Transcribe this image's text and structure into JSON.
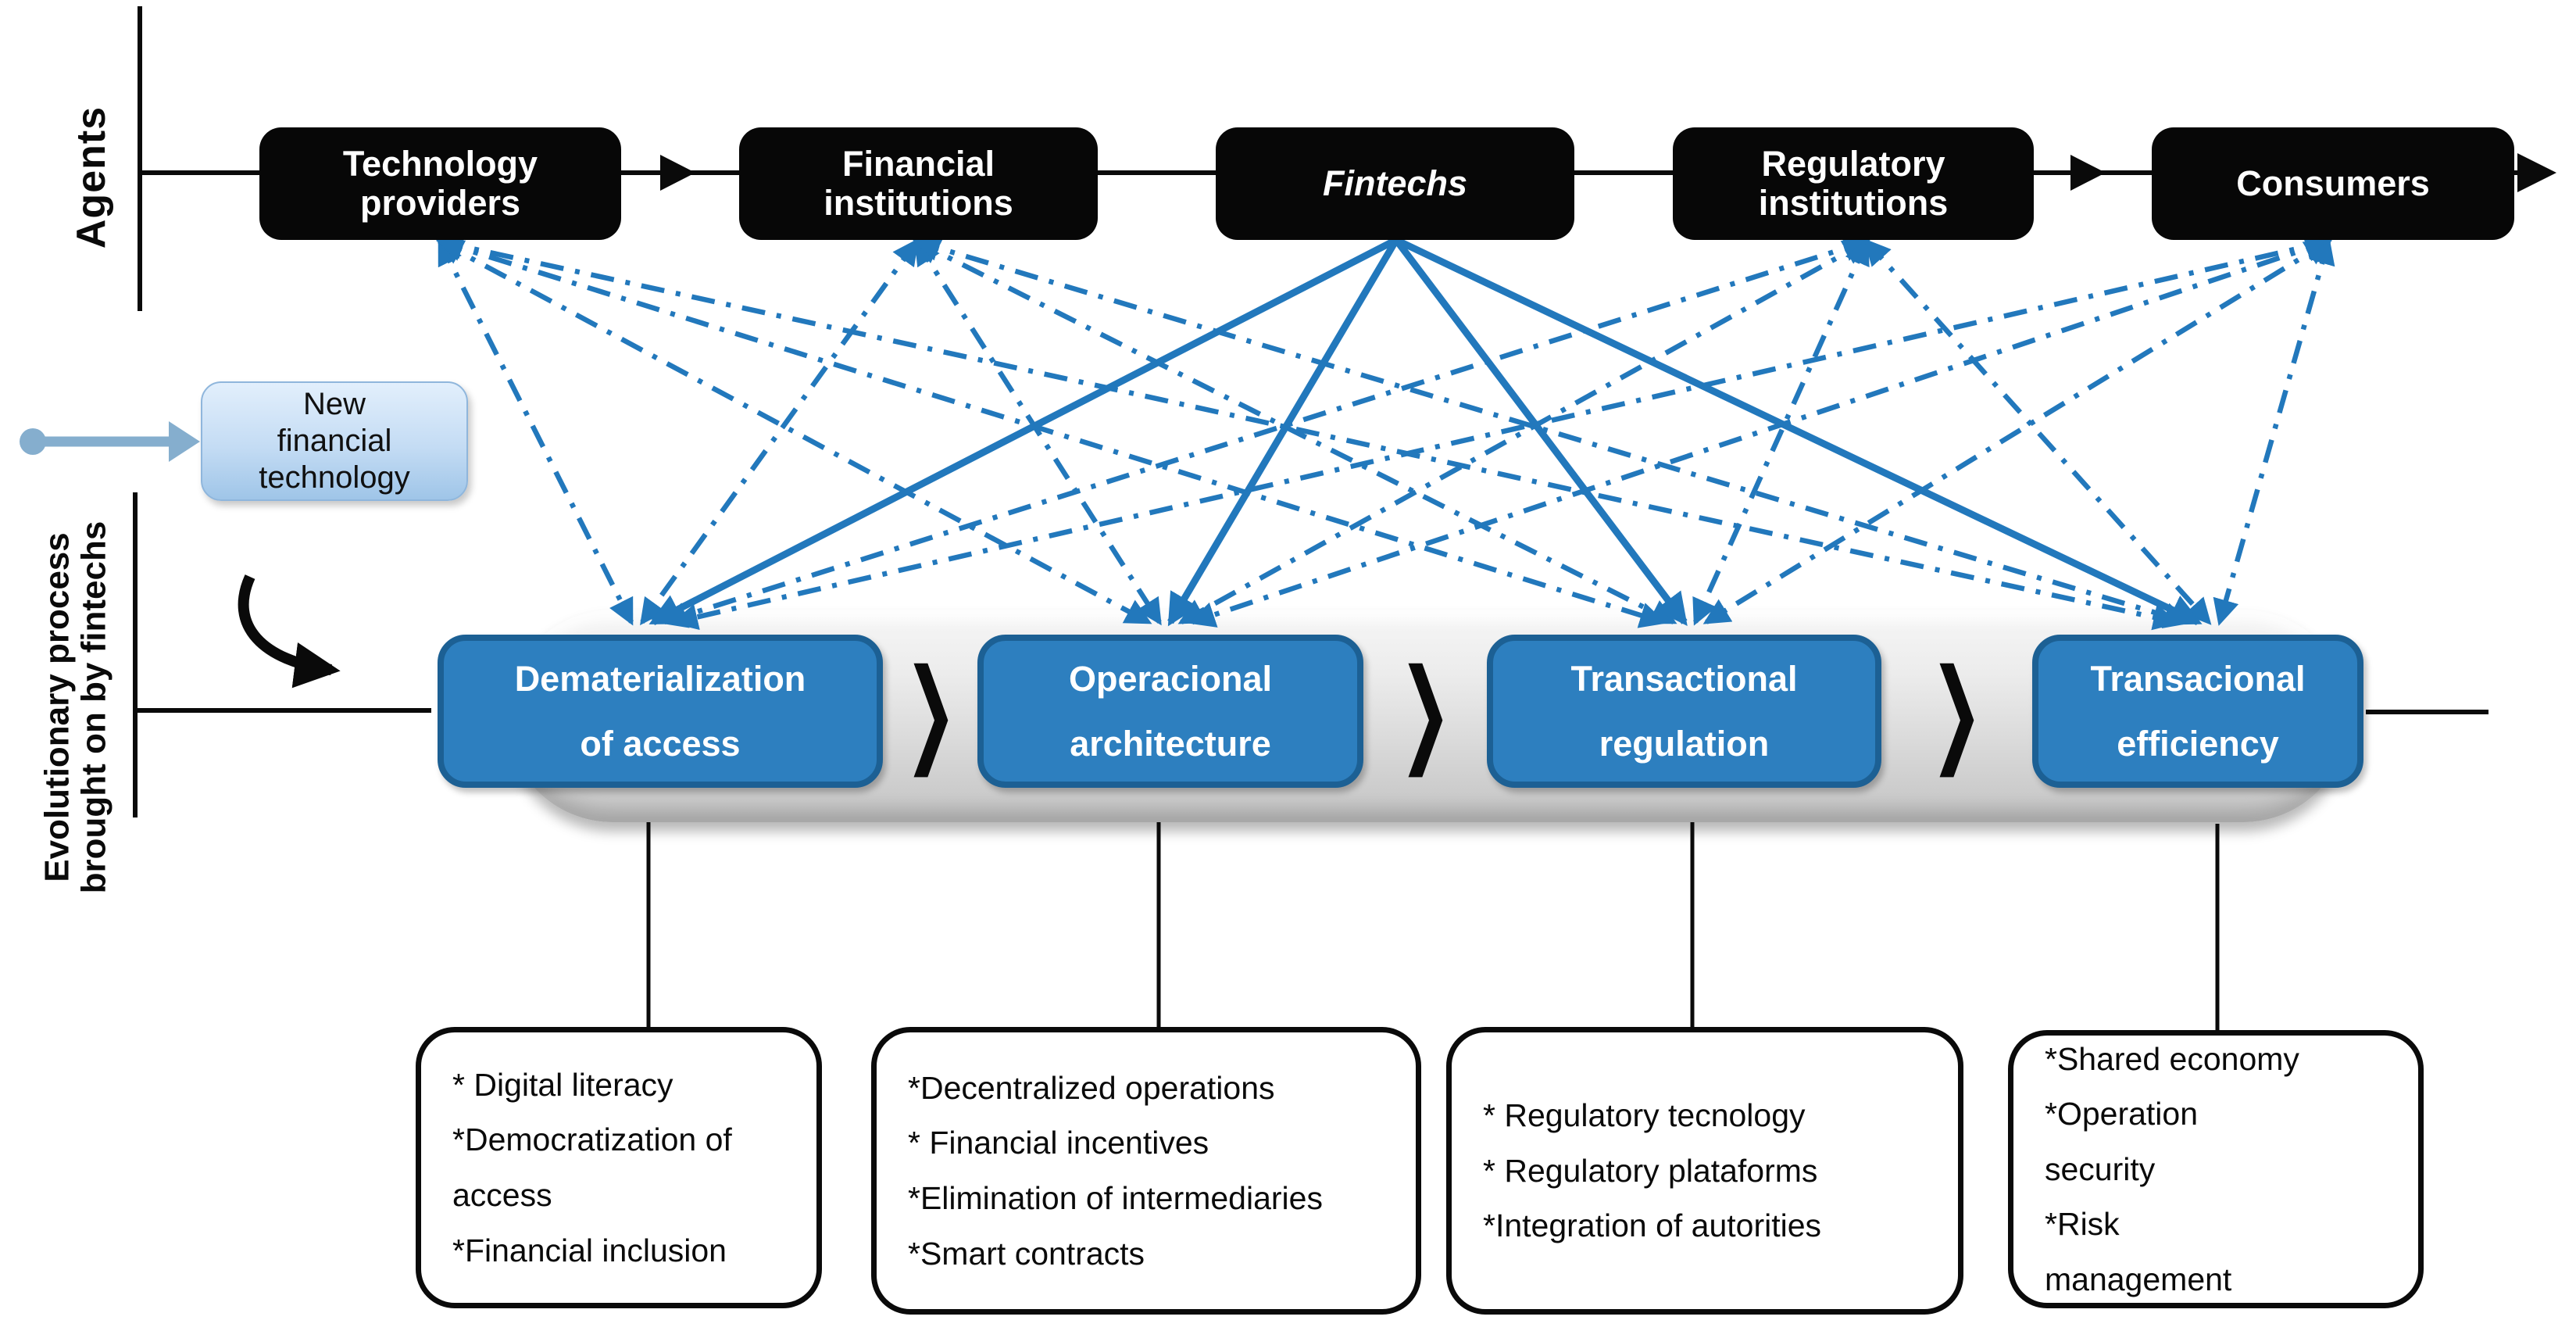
{
  "palette": {
    "line_blue": "#2278BC",
    "stage_fill": "#2D7FBF",
    "stage_border": "#1C6094",
    "agent_fill": "#070707",
    "agent_text": "#FFFFFF",
    "soft_arrow": "#85AECE",
    "ink": "#0A0A0A"
  },
  "axes": {
    "agents_label": "Agents",
    "evolution_label_line1": "Evolutionary process",
    "evolution_label_line2": "brought on by fintechs"
  },
  "agents": [
    {
      "label": "Technology providers"
    },
    {
      "label": "Financial institutions"
    },
    {
      "label": "Fintechs"
    },
    {
      "label": "Regulatory institutions"
    },
    {
      "label": "Consumers"
    }
  ],
  "new_technology_box": {
    "label": "New financial technology"
  },
  "stages": [
    {
      "line1": "Dematerialization",
      "line2": "of  access"
    },
    {
      "line1": "Operacional",
      "line2": "architecture"
    },
    {
      "line1": "Transactional",
      "line2": "regulation"
    },
    {
      "line1": "Transacional",
      "line2": "efficiency"
    }
  ],
  "separator": {
    "glyph": "❯"
  },
  "bottom_boxes": [
    {
      "items": [
        "* Digital literacy",
        "*Democratization of access",
        "*Financial inclusion"
      ]
    },
    {
      "items": [
        "*Decentralized operations",
        "* Financial incentives",
        "*Elimination of intermediaries",
        "*Smart contracts"
      ]
    },
    {
      "items": [
        "* Regulatory tecnology",
        "* Regulatory plataforms",
        "*Integration of autorities"
      ]
    },
    {
      "items": [
        "*Shared economy",
        "*Operation security",
        "*Risk management"
      ]
    }
  ],
  "connections": {
    "solid_lines": {
      "from": "Fintechs",
      "to": [
        "Dematerialization of access",
        "Operacional architecture",
        "Transactional regulation",
        "Transacional efficiency"
      ]
    },
    "dash_dot_lines": {
      "from": [
        "Technology providers",
        "Financial institutions",
        "Regulatory institutions",
        "Consumers"
      ],
      "to_each": [
        "Dematerialization of access",
        "Operacional architecture",
        "Transactional regulation",
        "Transacional efficiency"
      ],
      "double_arrowheads": true
    }
  }
}
